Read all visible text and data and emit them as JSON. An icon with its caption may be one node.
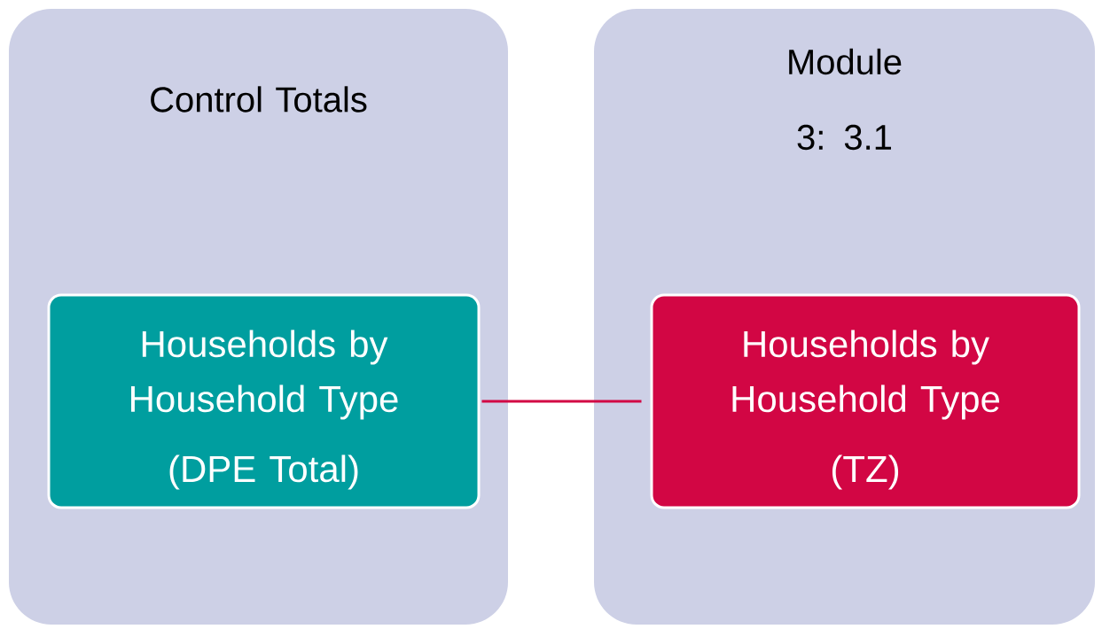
{
  "diagram": {
    "nodes": [
      {
        "text": [
          "Control Totals"
        ]
      },
      {
        "text": [
          "Module 3: 3.1"
        ]
      },
      {
        "text": [
          "Households by Household Type",
          "(DPE Total)"
        ],
        "in": 0
      },
      {
        "text": [
          "Households by Household Type",
          "(TZ)"
        ],
        "in": 1
      }
    ],
    "edges": [
      {
        "from": 2,
        "to": 3,
        "arrow": "none",
        "color": "#d20644"
      }
    ]
  }
}
